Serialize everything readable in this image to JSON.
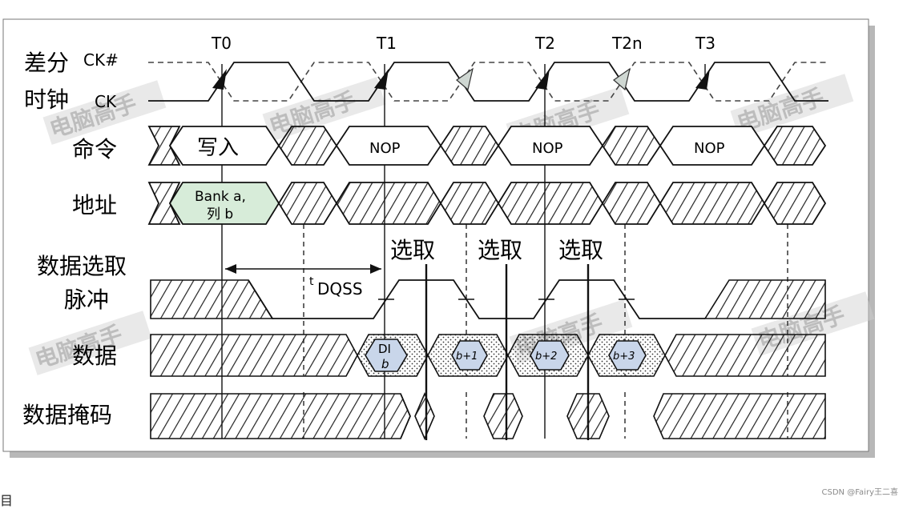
{
  "labels": {
    "diff_clock": "差分",
    "clock": "时钟",
    "ck_hash": "CK#",
    "ck": "CK",
    "command": "命令",
    "address": "地址",
    "dqs_line1": "数据选取",
    "dqs_line2": "脉冲",
    "data": "数据",
    "data_mask": "数据掩码"
  },
  "timepoints": [
    "T0",
    "T1",
    "T2",
    "T2n",
    "T3"
  ],
  "commands": {
    "write": "写入",
    "nop": "NOP"
  },
  "address": {
    "line1": "Bank a,",
    "line2": "列 b"
  },
  "tdqss": {
    "t": "t",
    "sub": "DQSS"
  },
  "strobe": "选取",
  "data_words": {
    "d0_line1": "DI",
    "d0_line2": "b",
    "d1": "b+1",
    "d2": "b+2",
    "d3": "b+3"
  },
  "stamp": "电脑高手",
  "credit": "CSDN @Fairy王二喜",
  "fragment": "目"
}
